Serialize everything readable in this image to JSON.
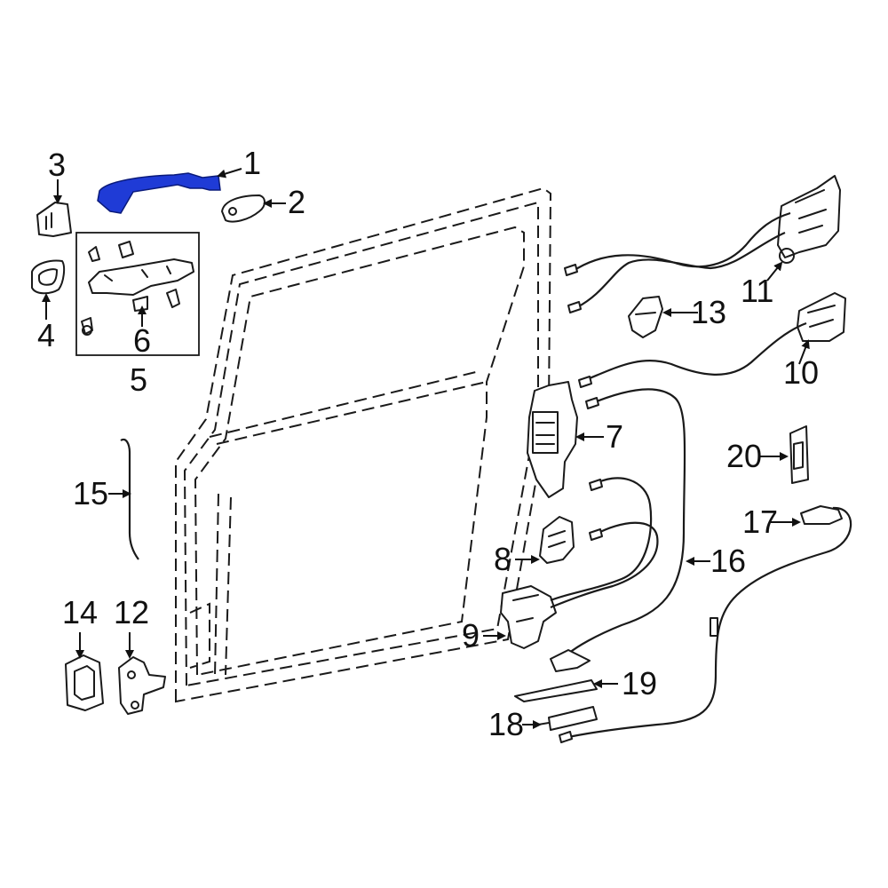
{
  "diagram": {
    "highlight_color": "#1f3bd6",
    "line_color": "#1a1a1a",
    "callouts": [
      {
        "id": "1",
        "label": "1"
      },
      {
        "id": "2",
        "label": "2"
      },
      {
        "id": "3",
        "label": "3"
      },
      {
        "id": "4",
        "label": "4"
      },
      {
        "id": "5",
        "label": "5"
      },
      {
        "id": "6",
        "label": "6"
      },
      {
        "id": "7",
        "label": "7"
      },
      {
        "id": "8",
        "label": "8"
      },
      {
        "id": "9",
        "label": "9"
      },
      {
        "id": "10",
        "label": "10"
      },
      {
        "id": "11",
        "label": "11"
      },
      {
        "id": "12",
        "label": "12"
      },
      {
        "id": "13",
        "label": "13"
      },
      {
        "id": "14",
        "label": "14"
      },
      {
        "id": "15",
        "label": "15"
      },
      {
        "id": "16",
        "label": "16"
      },
      {
        "id": "17",
        "label": "17"
      },
      {
        "id": "18",
        "label": "18"
      },
      {
        "id": "19",
        "label": "19"
      },
      {
        "id": "20",
        "label": "20"
      }
    ]
  }
}
